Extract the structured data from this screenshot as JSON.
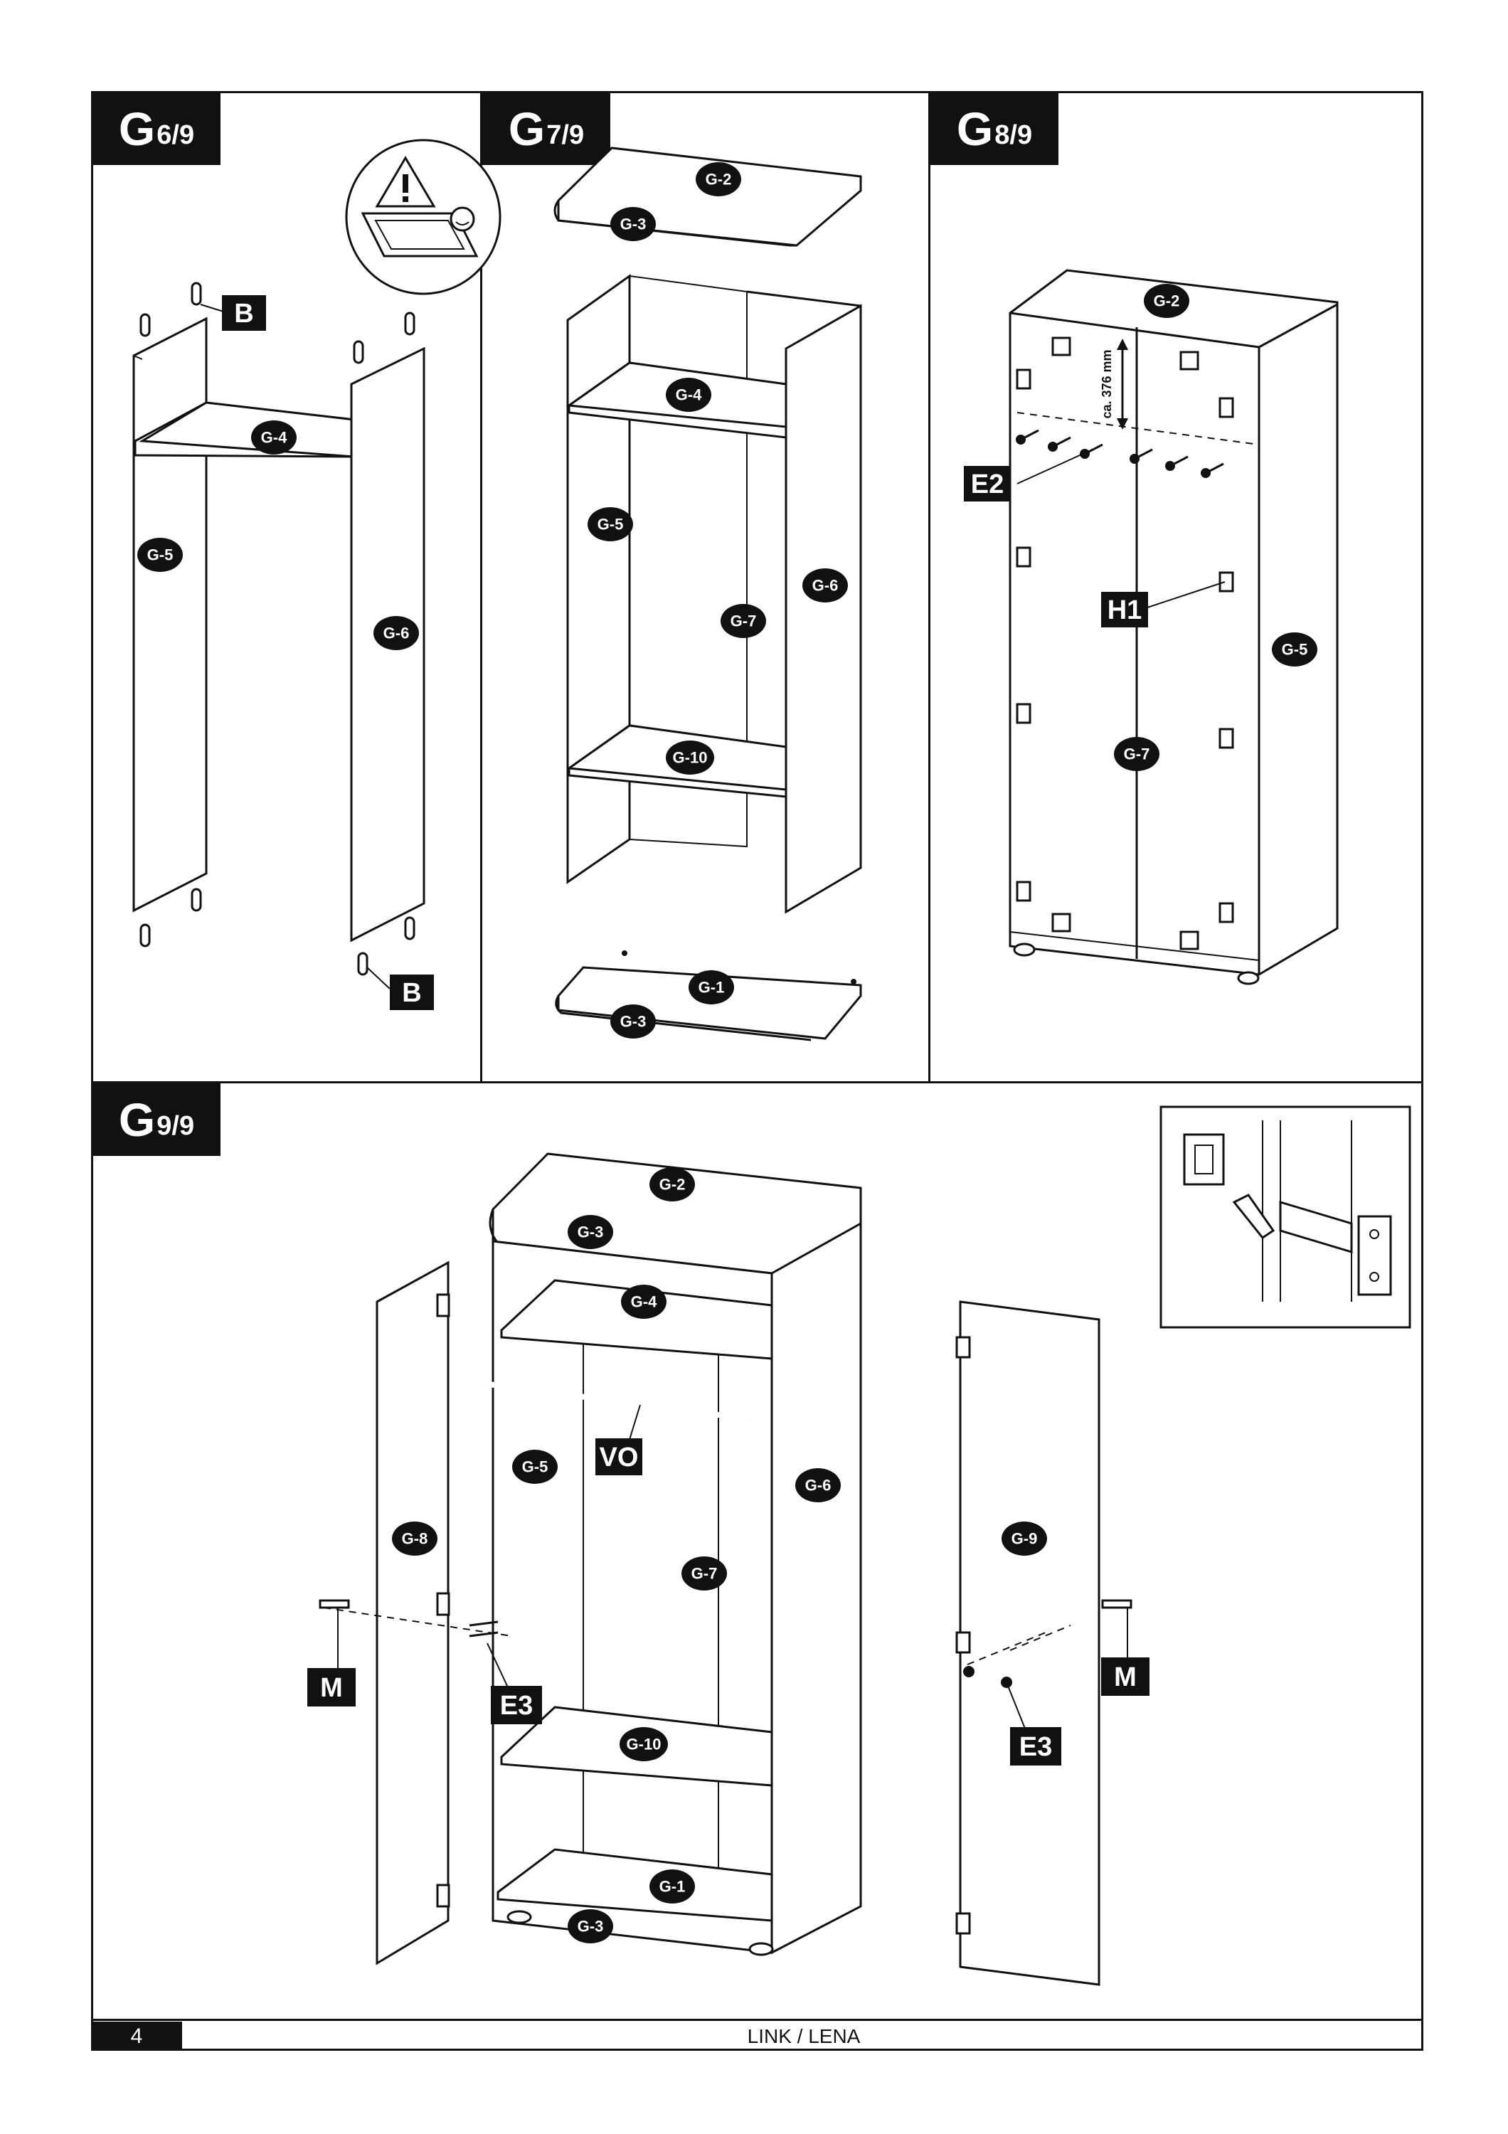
{
  "steps": [
    {
      "id": "G",
      "num": "6/9"
    },
    {
      "id": "G",
      "num": "7/9"
    },
    {
      "id": "G",
      "num": "8/9"
    },
    {
      "id": "G",
      "num": "9/9"
    }
  ],
  "parts": {
    "g1": "G-1",
    "g2": "G-2",
    "g3": "G-3",
    "g4": "G-4",
    "g5": "G-5",
    "g6": "G-6",
    "g7": "G-7",
    "g8": "G-8",
    "g9": "G-9",
    "g10": "G-10"
  },
  "hardware": {
    "b": "B",
    "e2": "E2",
    "e3": "E3",
    "h1": "H1",
    "m": "M",
    "vo": "VO"
  },
  "measurement": "ca. 376 mm",
  "footer": {
    "page_number": "4",
    "title": "LINK / LENA"
  }
}
